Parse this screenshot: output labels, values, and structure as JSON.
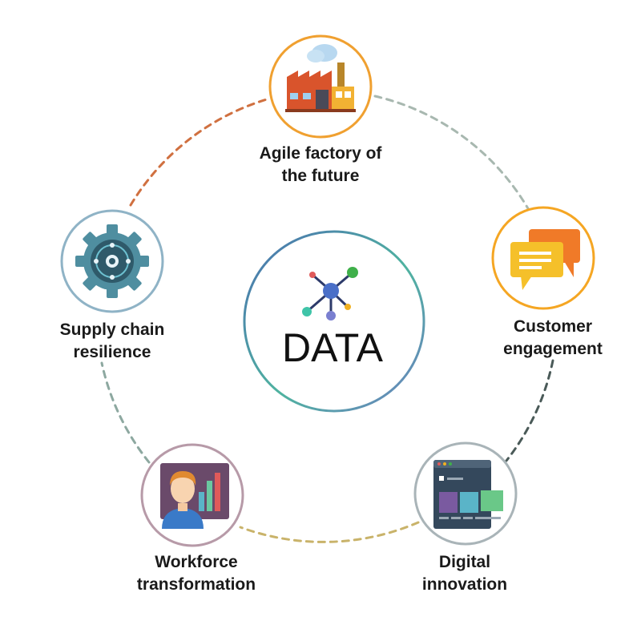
{
  "center": {
    "label": "DATA",
    "icon": "network-nodes-icon"
  },
  "nodes": [
    {
      "id": "factory",
      "icon": "factory-icon",
      "ring_color": "#f0a030",
      "lines": [
        "Agile factory of",
        "the future"
      ]
    },
    {
      "id": "customer",
      "icon": "chat-bubbles-icon",
      "ring_color": "#f5a623",
      "lines": [
        "Customer",
        "engagement"
      ]
    },
    {
      "id": "digital",
      "icon": "web-dashboard-icon",
      "ring_color": "#a9b4b8",
      "lines": [
        "Digital",
        "innovation"
      ]
    },
    {
      "id": "workforce",
      "icon": "presenter-chart-icon",
      "ring_color": "#b79aa8",
      "lines": [
        "Workforce",
        "transformation"
      ]
    },
    {
      "id": "supply",
      "icon": "gear-icon",
      "ring_color": "#8fb3c6",
      "lines": [
        "Supply chain",
        "resilience"
      ]
    }
  ]
}
